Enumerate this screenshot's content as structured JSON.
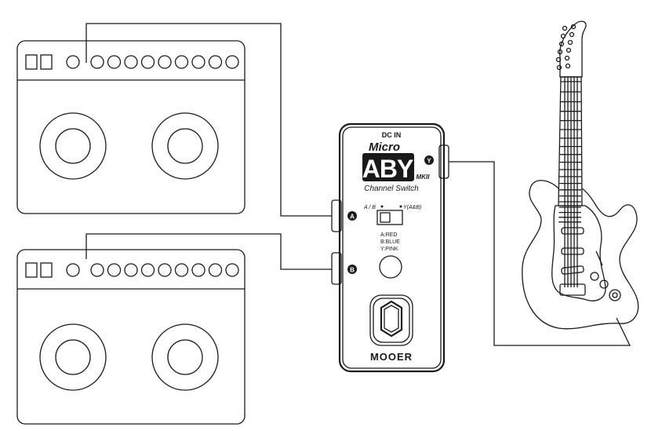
{
  "pedal": {
    "dc_in": "DC IN",
    "brand_line1": "Micro",
    "model": "ABY",
    "version": "MKII",
    "subtitle": "Channel Switch",
    "switch_left": "A / B",
    "switch_right": "Y(A&B)",
    "led_legend": [
      "A:RED",
      "B:BLUE",
      "Y:PINK"
    ],
    "jack_a": "A",
    "jack_b": "B",
    "jack_y": "Y",
    "brand": "MOOER"
  },
  "amps": [
    {
      "knob_count": 10,
      "speaker_count": 2
    },
    {
      "knob_count": 10,
      "speaker_count": 2
    }
  ]
}
